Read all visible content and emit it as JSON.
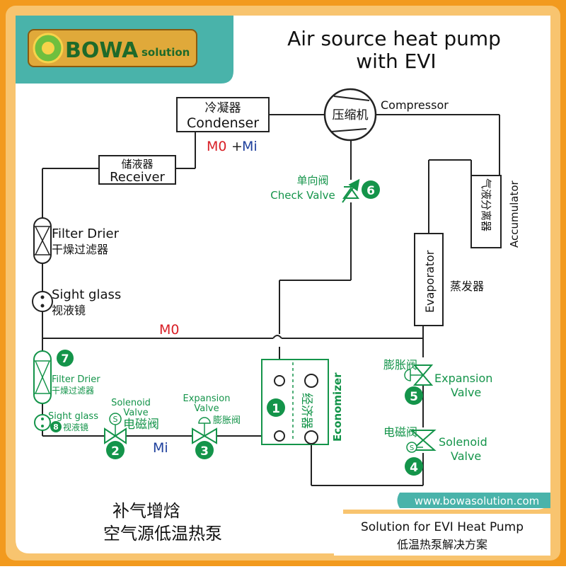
{
  "header": {
    "logo_text": "BOWA",
    "logo_suffix": "solution",
    "title_line1": "Air source heat pump",
    "title_line2": "with EVI"
  },
  "components": {
    "condenser": {
      "cn": "冷凝器",
      "en": "Condenser"
    },
    "compressor": {
      "cn": "压缩机",
      "en": "Compressor"
    },
    "receiver": {
      "cn": "储液器",
      "en": "Receiver"
    },
    "check_valve": {
      "cn": "单向阀",
      "en": "Check Valve",
      "number": "6"
    },
    "accumulator": {
      "cn": "气液分离器",
      "en": "Accumulator"
    },
    "filter_drier_main": {
      "en": "Filter Drier",
      "cn": "干燥过滤器"
    },
    "sight_glass_main": {
      "en": "Sight glass",
      "cn": "视液镜"
    },
    "evaporator": {
      "en": "Evaporator",
      "cn": "蒸发器"
    },
    "filter_drier_branch": {
      "en": "Filter Drier",
      "cn": "干燥过滤器",
      "number": "7"
    },
    "sight_glass_branch": {
      "en": "Sight glass",
      "cn": "视液镜",
      "number": "8"
    },
    "solenoid_branch": {
      "en1": "Solenoid",
      "en2": "Valve",
      "cn": "电磁阀",
      "number": "2"
    },
    "expansion_branch": {
      "en1": "Expansion",
      "en2": "Valve",
      "cn": "膨胀阀",
      "number": "3"
    },
    "economizer": {
      "cn": "经济器",
      "en": "Economizer",
      "number": "1"
    },
    "expansion_main": {
      "cn": "膨胀阀",
      "en1": "Expansion",
      "en2": "Valve",
      "number": "5"
    },
    "solenoid_main": {
      "cn": "电磁阀",
      "en1": "Solenoid",
      "en2": "Valve",
      "number": "4"
    }
  },
  "flows": {
    "m0_label": "M0",
    "plus": "+",
    "mi_label": "Mi",
    "m0_line_label": "M0",
    "mi_line_label": "Mi"
  },
  "footer": {
    "website": "www.bowasolution.com",
    "cn_line1": "补气增焓",
    "cn_line2": "空气源低温热泵",
    "solution_en": "Solution for EVI Heat Pump",
    "solution_cn": "低温热泵解决方案"
  },
  "colors": {
    "frame_orange": "#f29a1e",
    "frame_inner": "#f8c46f",
    "teal": "#49b3aa",
    "green": "#14944a",
    "red": "#d81f26",
    "blue": "#1d3f9c",
    "line": "#222222"
  }
}
